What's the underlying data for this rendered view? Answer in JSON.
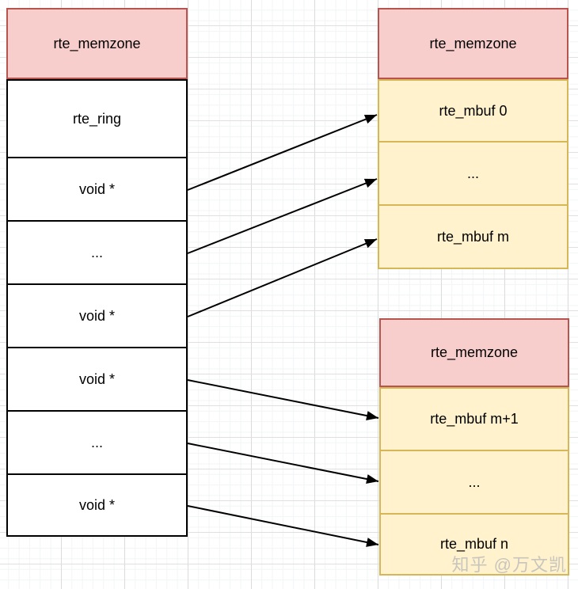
{
  "watermark": "知乎 @万文凯",
  "colors": {
    "memzone_header_fill": "#f8cecc",
    "memzone_header_stroke": "#b85450",
    "mbuf_row_fill": "#fff2cc",
    "mbuf_row_stroke": "#d6b656",
    "pointer_row_fill": "#ffffff",
    "pointer_row_stroke": "#000000",
    "arrow_color": "#000000"
  },
  "tables": {
    "left": {
      "header": "rte_memzone",
      "rows": [
        "rte_ring",
        "void *",
        "...",
        "void *",
        "void *",
        "...",
        "void *"
      ]
    },
    "top_right": {
      "header": "rte_memzone",
      "rows": [
        "rte_mbuf 0",
        "...",
        "rte_mbuf m"
      ]
    },
    "bottom_right": {
      "header": "rte_memzone",
      "rows": [
        "rte_mbuf m+1",
        "...",
        "rte_mbuf n"
      ]
    }
  },
  "connections": [
    {
      "from": "void * (row 2)",
      "to": "rte_mbuf 0"
    },
    {
      "from": "... (row 3)",
      "to": "... (top memzone)"
    },
    {
      "from": "void * (row 4)",
      "to": "rte_mbuf m"
    },
    {
      "from": "void * (row 5)",
      "to": "rte_mbuf m+1"
    },
    {
      "from": "... (row 6)",
      "to": "... (bottom memzone)"
    },
    {
      "from": "void * (row 7)",
      "to": "rte_mbuf n"
    }
  ]
}
